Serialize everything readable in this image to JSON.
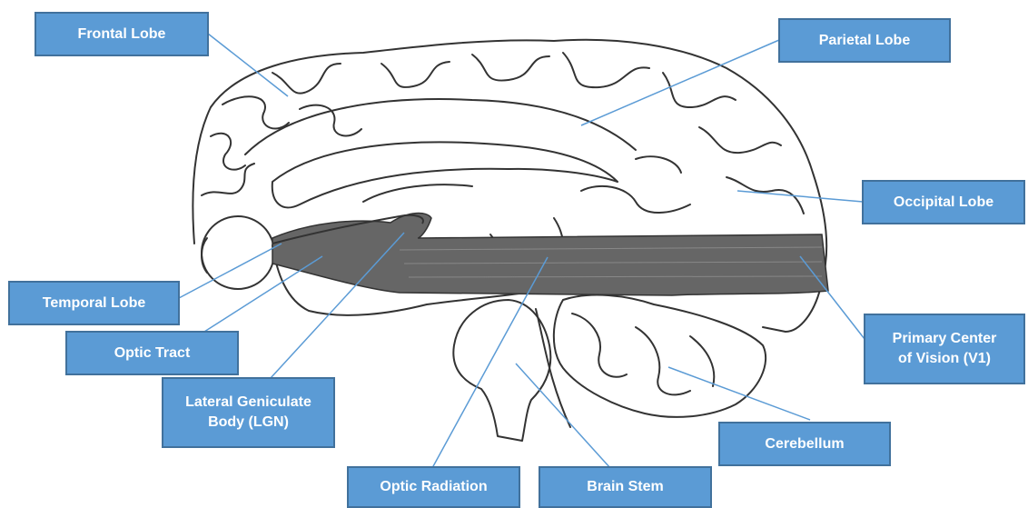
{
  "labels": {
    "frontal_lobe": "Frontal Lobe",
    "parietal_lobe": "Parietal Lobe",
    "occipital_lobe": "Occipital Lobe",
    "temporal_lobe": "Temporal Lobe",
    "optic_tract": "Optic Tract",
    "lgn_line1": "Lateral Geniculate",
    "lgn_line2": "Body (LGN)",
    "primary_vision_line1": "Primary Center",
    "primary_vision_line2": "of Vision (V1)",
    "cerebellum": "Cerebellum",
    "optic_radiation": "Optic Radiation",
    "brain_stem": "Brain Stem"
  },
  "colors": {
    "label_fill": "#5b9bd5",
    "label_border": "#41719c",
    "label_text": "#ffffff",
    "leader_line": "#5b9bd5",
    "optic_radiation_band": "#666666",
    "brain_outline": "#333333"
  }
}
